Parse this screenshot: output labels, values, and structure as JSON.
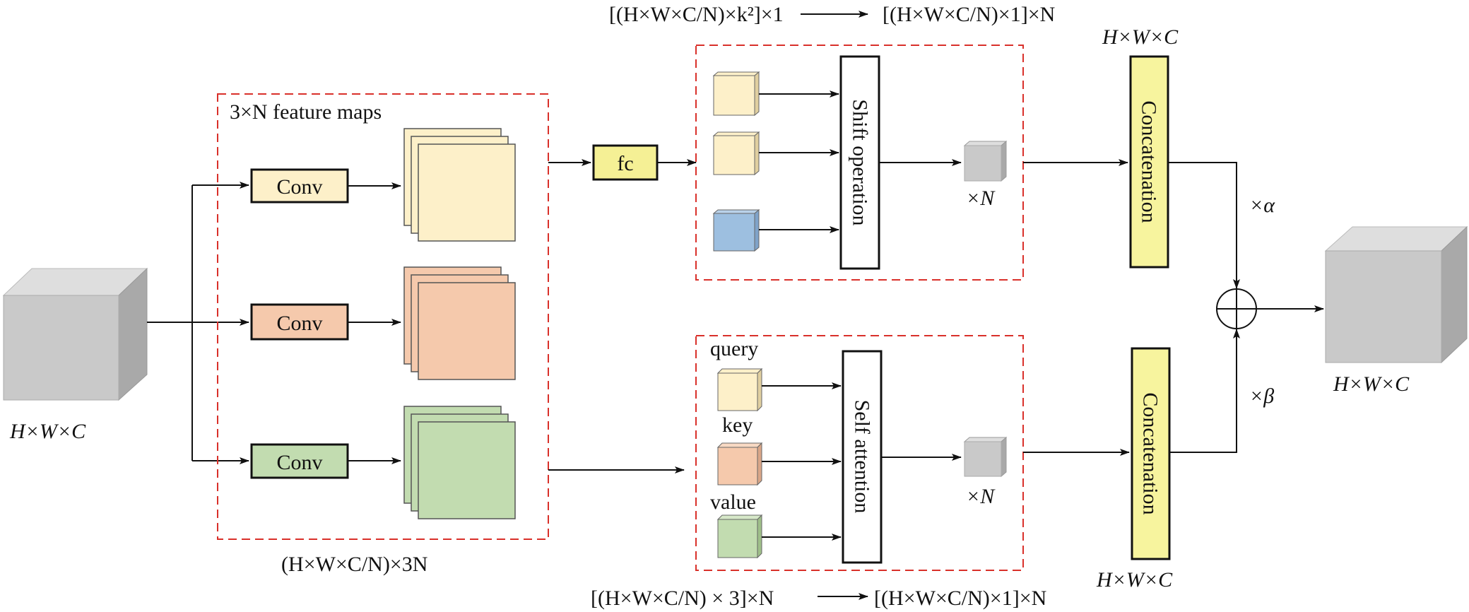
{
  "input": {
    "dims": "H×W×C"
  },
  "output": {
    "dims": "H×W×C"
  },
  "branch": {
    "title": "3×N feature maps",
    "conv_label": "Conv",
    "output_dims": "(H×W×C/N)×3N"
  },
  "fc_label": "fc",
  "shift": {
    "label": "Shift operation",
    "repeat": "×N",
    "reshape_from": "[(H×W×C/N)×k²]×1",
    "reshape_to": "[(H×W×C/N)×1]×N",
    "concat_label": "Concatenation",
    "concat_dims": "H×W×C",
    "weight": "×α"
  },
  "attention": {
    "label": "Self attention",
    "repeat": "×N",
    "query": "query",
    "key": "key",
    "value": "value",
    "reshape_from": "[(H×W×C/N) × 3]×N",
    "reshape_to": "[(H×W×C/N)×1]×N",
    "concat_label": "Concatenation",
    "concat_dims": "H×W×C",
    "weight": "×β"
  },
  "colors": {
    "yellow": "#fdf0c9",
    "orange": "#f5c9ac",
    "green": "#c2dcb0",
    "blue": "#9dbfe0",
    "fc": "#f5f095",
    "concat": "#f7f49e",
    "gray_front": "#c9c9c9",
    "gray_top": "#dedede",
    "gray_side": "#a9a9a9",
    "dashed": "#d9302a"
  }
}
